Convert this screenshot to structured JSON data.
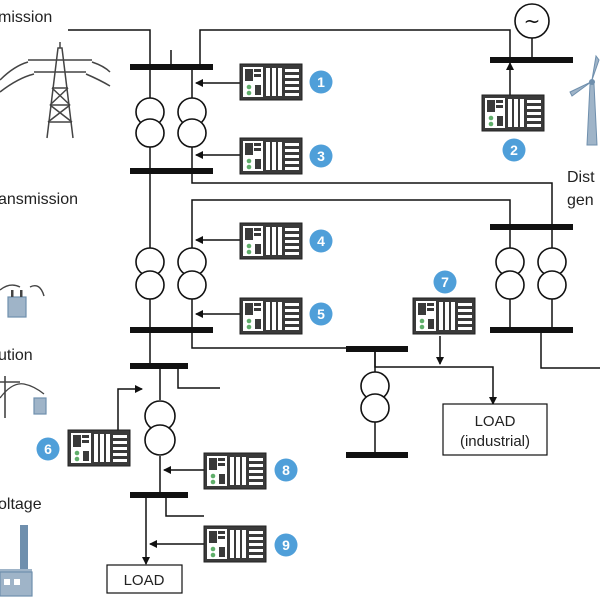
{
  "labels": {
    "transmission": "mission",
    "subtransmission": "ansmission",
    "distribution": "ution",
    "low_voltage": "oltage",
    "distributed_gen_line1": "Dist",
    "distributed_gen_line2": "gen"
  },
  "loads": {
    "industrial_line1": "LOAD",
    "industrial_line2": "(industrial)",
    "residential": "LOAD"
  },
  "relays": [
    {
      "id": "1",
      "label": "1"
    },
    {
      "id": "2",
      "label": "2"
    },
    {
      "id": "3",
      "label": "3"
    },
    {
      "id": "4",
      "label": "4"
    },
    {
      "id": "5",
      "label": "5"
    },
    {
      "id": "6",
      "label": "6"
    },
    {
      "id": "7",
      "label": "7"
    },
    {
      "id": "8",
      "label": "8"
    },
    {
      "id": "9",
      "label": "9"
    }
  ],
  "generator_symbol": "~",
  "colors": {
    "badge": "#4f9fd9",
    "relay_body": "#3a3a3a",
    "relay_panel": "#ffffff",
    "relay_led": "#5fae6a",
    "icon_blue": "#6f8fad",
    "icon_fill": "#9fb4c8"
  }
}
